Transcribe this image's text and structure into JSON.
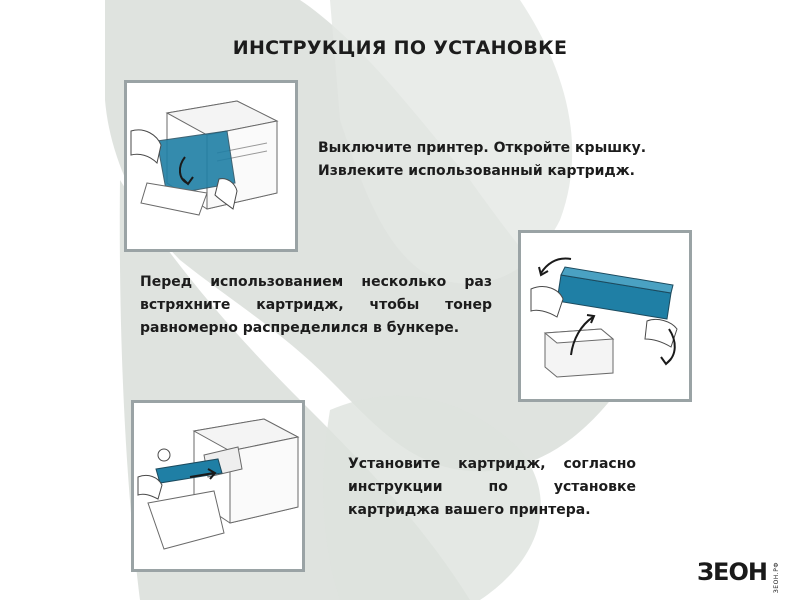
{
  "title": "ИНСТРУКЦИЯ ПО УСТАНОВКЕ",
  "steps": [
    {
      "lines": [
        "Выключите принтер. Откройте крышку.",
        "Извлеките использованный картридж."
      ]
    },
    {
      "lines": [
        "Перед использованием несколько раз",
        "встряхните картридж, чтобы тонер",
        "равномерно распределился в бункере."
      ]
    },
    {
      "lines": [
        "Установите картридж, согласно",
        "инструкции по установке",
        "картриджа вашего принтера."
      ]
    }
  ],
  "logo": {
    "text": "ЗЕОН",
    "sub": "ЗЕОН.РФ"
  },
  "colors": {
    "accent": "#1f7fa5",
    "frame": "#9aa3a5",
    "brush": "#d7dcd7"
  },
  "icons": [
    "printer-remove-cartridge-illustration",
    "shake-cartridge-illustration",
    "install-cartridge-illustration"
  ]
}
